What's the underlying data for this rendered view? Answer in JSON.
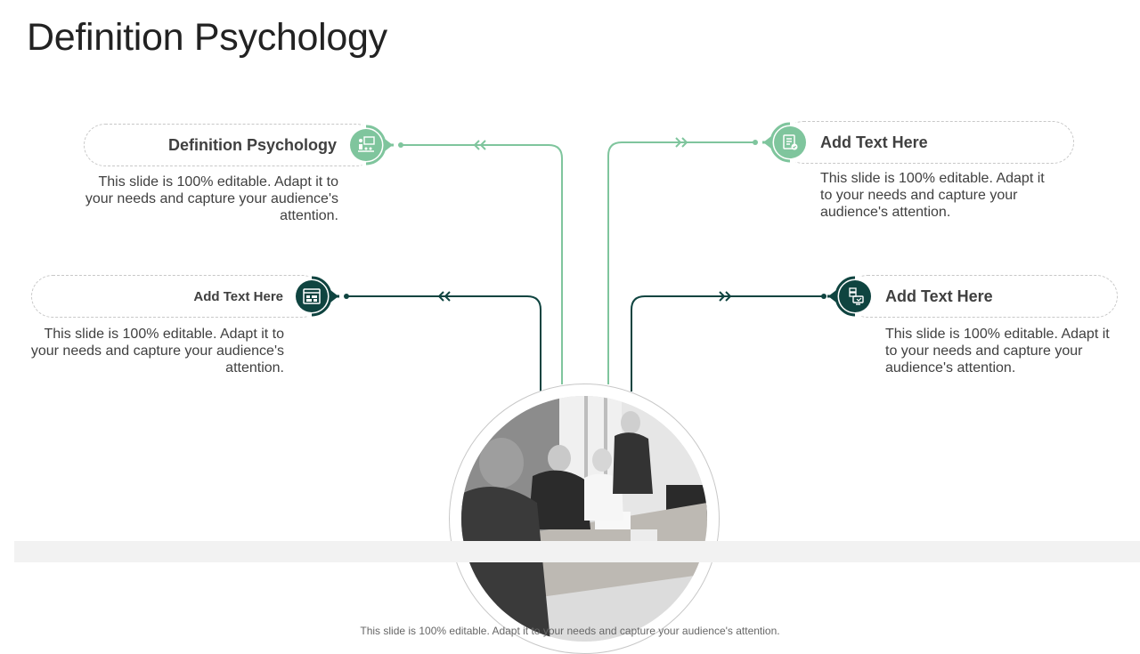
{
  "title": "Definition Psychology",
  "colors": {
    "green": "#7fc59d",
    "dark_teal": "#0f4440",
    "pill_border": "#c8c8c8"
  },
  "items": [
    {
      "heading": "Definition Psychology",
      "text": "This slide is 100% editable. Adapt it to your needs and capture your audience's attention.",
      "icon": "presentation-icon"
    },
    {
      "heading": "Add Text Here",
      "text": "This slide is 100% editable. Adapt it to your needs and capture your audience's attention.",
      "icon": "checklist-icon"
    },
    {
      "heading": "Add Text Here",
      "text": "This slide is 100% editable. Adapt it to your needs and capture your audience's attention.",
      "icon": "dashboard-icon"
    },
    {
      "heading": "Add Text Here",
      "text": "This slide is 100% editable. Adapt it to your needs and capture your audience's attention.",
      "icon": "computer-network-icon"
    }
  ],
  "center_image": "business-meeting-photo",
  "footer": "This slide is 100% editable. Adapt it to your needs and capture your audience's attention."
}
